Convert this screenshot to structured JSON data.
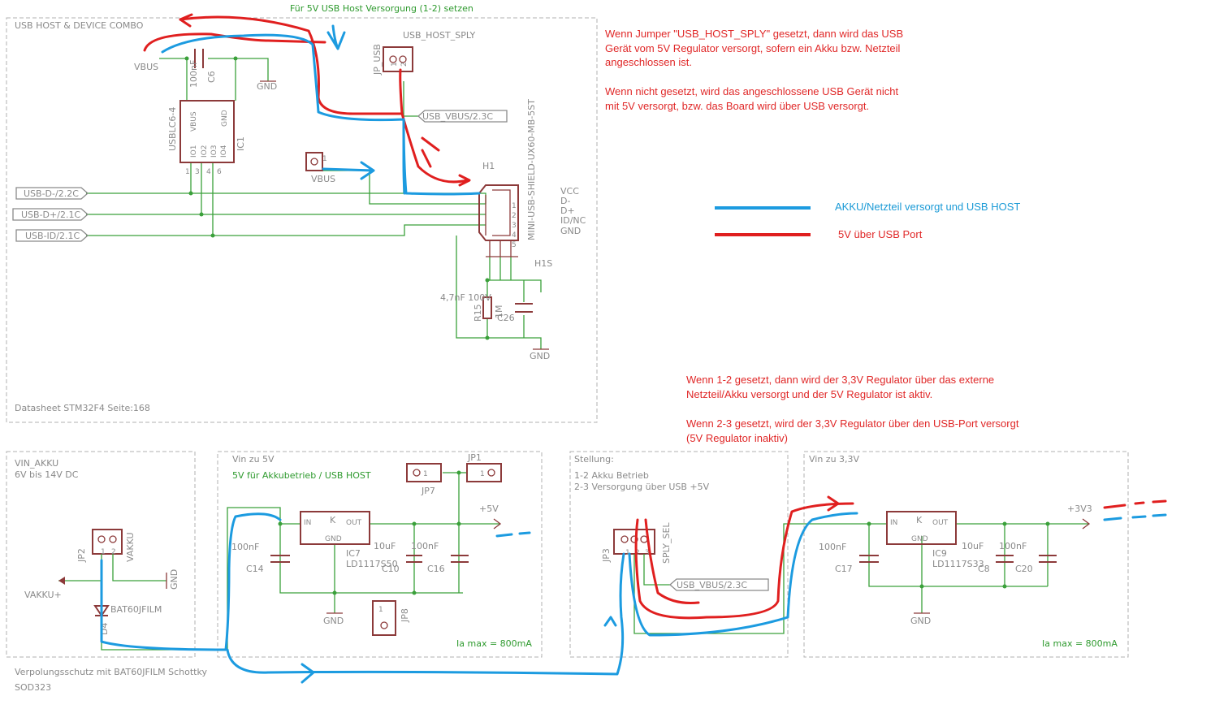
{
  "frames": {
    "usb_combo": "USB HOST & DEVICE COMBO",
    "datasheet": "Datasheet STM32F4  Seite:168",
    "vin_akku_title": "VIN_AKKU",
    "vin_akku_sub": "6V bis 14V DC",
    "vin5_title": "Vin zu 5V",
    "vin5_sub": "5V für Akkubetrieb / USB HOST",
    "stellung_title": "Stellung:",
    "stellung_1": "1-2 Akku Betrieb",
    "stellung_2": "2-3 Versorgung über USB +5V",
    "vin33_title": "Vin zu 3,3V",
    "imax_1": "Ia max = 800mA",
    "imax_2": "Ia max = 800mA",
    "protect_1": "Verpolungsschutz mit BAT60JFILM Schottky",
    "protect_2": "SOD323"
  },
  "top_note": "Für 5V USB Host Versorgung (1-2) setzen",
  "labels": {
    "usb_dm": "USB-D-/2.2C",
    "usb_dp": "USB-D+/2.1C",
    "usb_id": "USB-ID/2.1C",
    "usb_vbus": "USB_VBUS/2.3C",
    "usb_vbus2": "USB_VBUS/2.3C"
  },
  "parts": {
    "vbus_top": "VBUS",
    "vbus_mid": "VBUS",
    "c6_val": "100nF",
    "c6_name": "C6",
    "gnd": "GND",
    "ic1_type": "USBLC6-4",
    "ic1_name": "IC1",
    "ic1_p_vbus": "VBUS",
    "ic1_p_gnd": "GND",
    "ic1_p_io1": "IO1",
    "ic1_p_io2": "IO2",
    "ic1_p_io3": "IO3",
    "ic1_p_io4": "IO4",
    "jp_usb": "JP_USB",
    "usb_host_sply": "USB_HOST_SPLY",
    "conn_name": "MINI-USB-SHIELD-UX60-MB-5ST",
    "h1": "H1",
    "h1s": "H1S",
    "vcc": "VCC",
    "dminus": "D-",
    "dplus": "D+",
    "idnc": "ID/NC",
    "gnd_pin": "GND",
    "cap_r": "4,7nF 100V",
    "r15": "R15",
    "r15_val": "1M",
    "c26": "C26",
    "jp2": "JP2",
    "vakku": "VAKKU",
    "vakku_plus": "VAKKU+",
    "diode": "BAT60JFILM",
    "d4": "D4",
    "c14_val": "100nF",
    "c14": "C14",
    "ic7_in": "IN",
    "ic7_k": "K",
    "ic7_out": "OUT",
    "ic7_gnd": "GND",
    "ic7": "IC7",
    "ic7_type": "LD1117S50",
    "c10_val": "10uF",
    "c10": "C10",
    "c16_val": "100nF",
    "c16": "C16",
    "jp7": "JP7",
    "jp1": "JP1",
    "plus5v": "+5V",
    "jp8": "JP8",
    "jp3": "JP3",
    "sply_sel": "SPLY_SEL",
    "c17_val": "100nF",
    "c17": "C17",
    "ic9": "IC9",
    "ic9_type": "LD1117S33",
    "c8_val": "10uF",
    "c8": "C8",
    "c20_val": "100nF",
    "c20": "C20",
    "plus3v3": "+3V3",
    "pin1": "1",
    "pin2": "2",
    "pin3": "3",
    "pin4": "4",
    "pin5": "5",
    "pin6": "6"
  },
  "notes": {
    "n1_l1": "Wenn Jumper \"USB_HOST_SPLY\" gesetzt, dann wird das USB",
    "n1_l2": "Gerät vom 5V Regulator versorgt, sofern ein Akku bzw. Netzteil",
    "n1_l3": "angeschlossen ist.",
    "n1_l4": "Wenn nicht gesetzt, wird das angeschlossene USB Gerät nicht",
    "n1_l5": "mit 5V versorgt, bzw. das Board wird über USB versorgt.",
    "n2_l1": "Wenn 1-2 gesetzt, dann wird der 3,3V Regulator über das externe",
    "n2_l2": "Netzteil/Akku versorgt und der 5V Regulator ist aktiv.",
    "n2_l3": "Wenn 2-3 gesetzt, wird der 3,3V Regulator über den USB-Port versorgt",
    "n2_l4": "(5V Regulator inaktiv)"
  },
  "legend": {
    "blue": "AKKU/Netzteil versorgt und USB HOST",
    "red": "5V über USB Port",
    "blue_color": "#1c9be0",
    "red_color": "#e01f1f"
  }
}
